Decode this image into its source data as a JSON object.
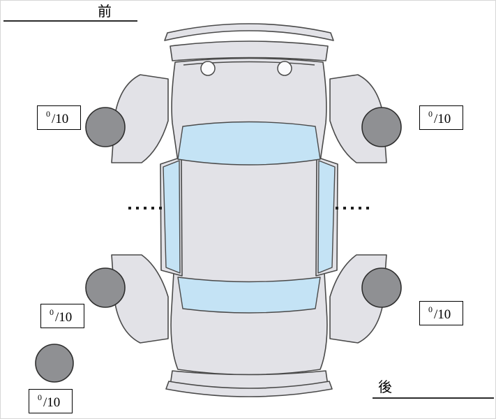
{
  "orientation": {
    "front_label": "前",
    "rear_label": "後"
  },
  "tire_scores": {
    "front_left": {
      "value": "0",
      "denominator": "/10"
    },
    "front_right": {
      "value": "0",
      "denominator": "/10"
    },
    "rear_left": {
      "value": "0",
      "denominator": "/10"
    },
    "rear_right": {
      "value": "0",
      "denominator": "/10"
    },
    "spare": {
      "value": "0",
      "denominator": "/10"
    }
  },
  "colors": {
    "car_body": "#e2e2e7",
    "window": "#c4e3f5",
    "wheel": "#8f9093",
    "outline": "#4a4a4a"
  }
}
